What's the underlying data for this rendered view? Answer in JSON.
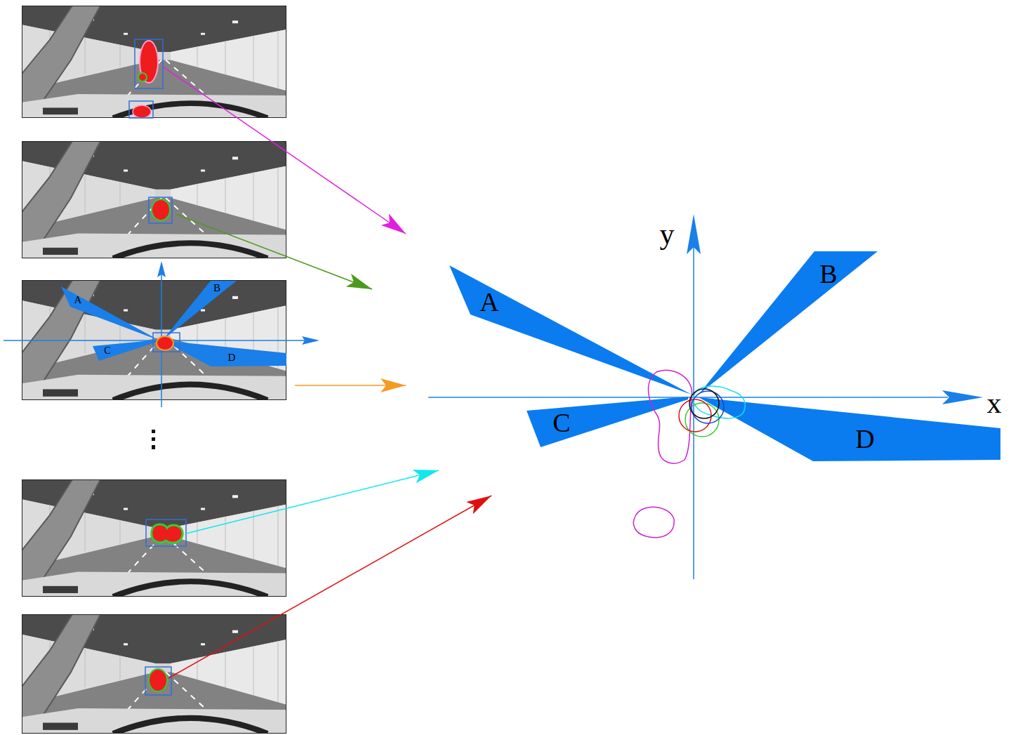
{
  "diagram": {
    "labels": [
      "A",
      "B",
      "C",
      "D",
      "y",
      "A",
      "B",
      "x",
      "C",
      "D"
    ]
  }
}
